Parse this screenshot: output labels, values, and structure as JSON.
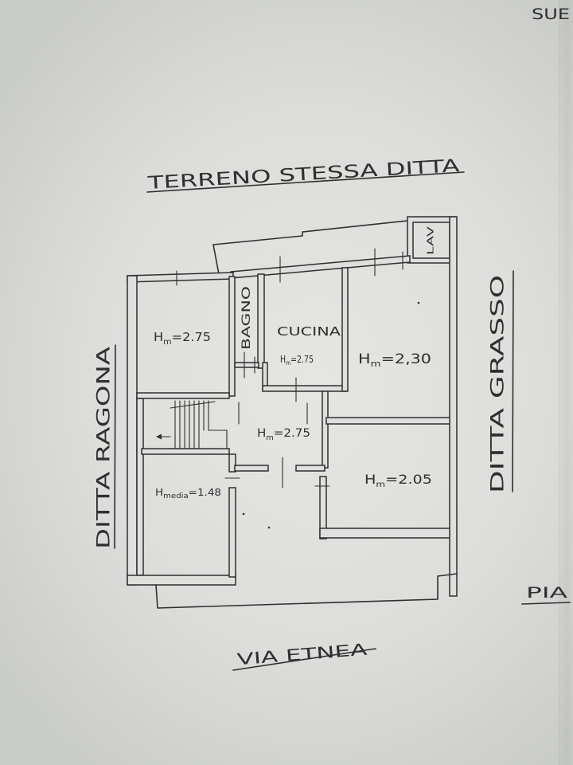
{
  "corner_fragment": "SUE",
  "labels": {
    "north": "TERRENO STESSA DITTA",
    "west": "DITTA RAGONA",
    "east": "DITTA GRASSO",
    "south": "VIA ETNEA",
    "right_fragment": "PIA"
  },
  "rooms": {
    "top_left": {
      "h": "H",
      "sub": "m",
      "value": "=2.75"
    },
    "bagno": {
      "name": "BAGNO"
    },
    "cucina": {
      "name": "CUCINA",
      "h": "H",
      "sub": "m",
      "value": "=2.75"
    },
    "top_right": {
      "h": "H",
      "sub": "m",
      "value": "=2,30"
    },
    "hall": {
      "h": "H",
      "sub": "m",
      "value": "=2.75"
    },
    "bottom_right": {
      "h": "H",
      "sub": "m",
      "value": "=2.05"
    },
    "bottom_left": {
      "h": "H",
      "sub": "media",
      "value": "=1.48"
    },
    "lav": {
      "name": "LAV"
    }
  },
  "colors": {
    "ink": "#2e2f2f",
    "paper": "#dfe0dd"
  }
}
